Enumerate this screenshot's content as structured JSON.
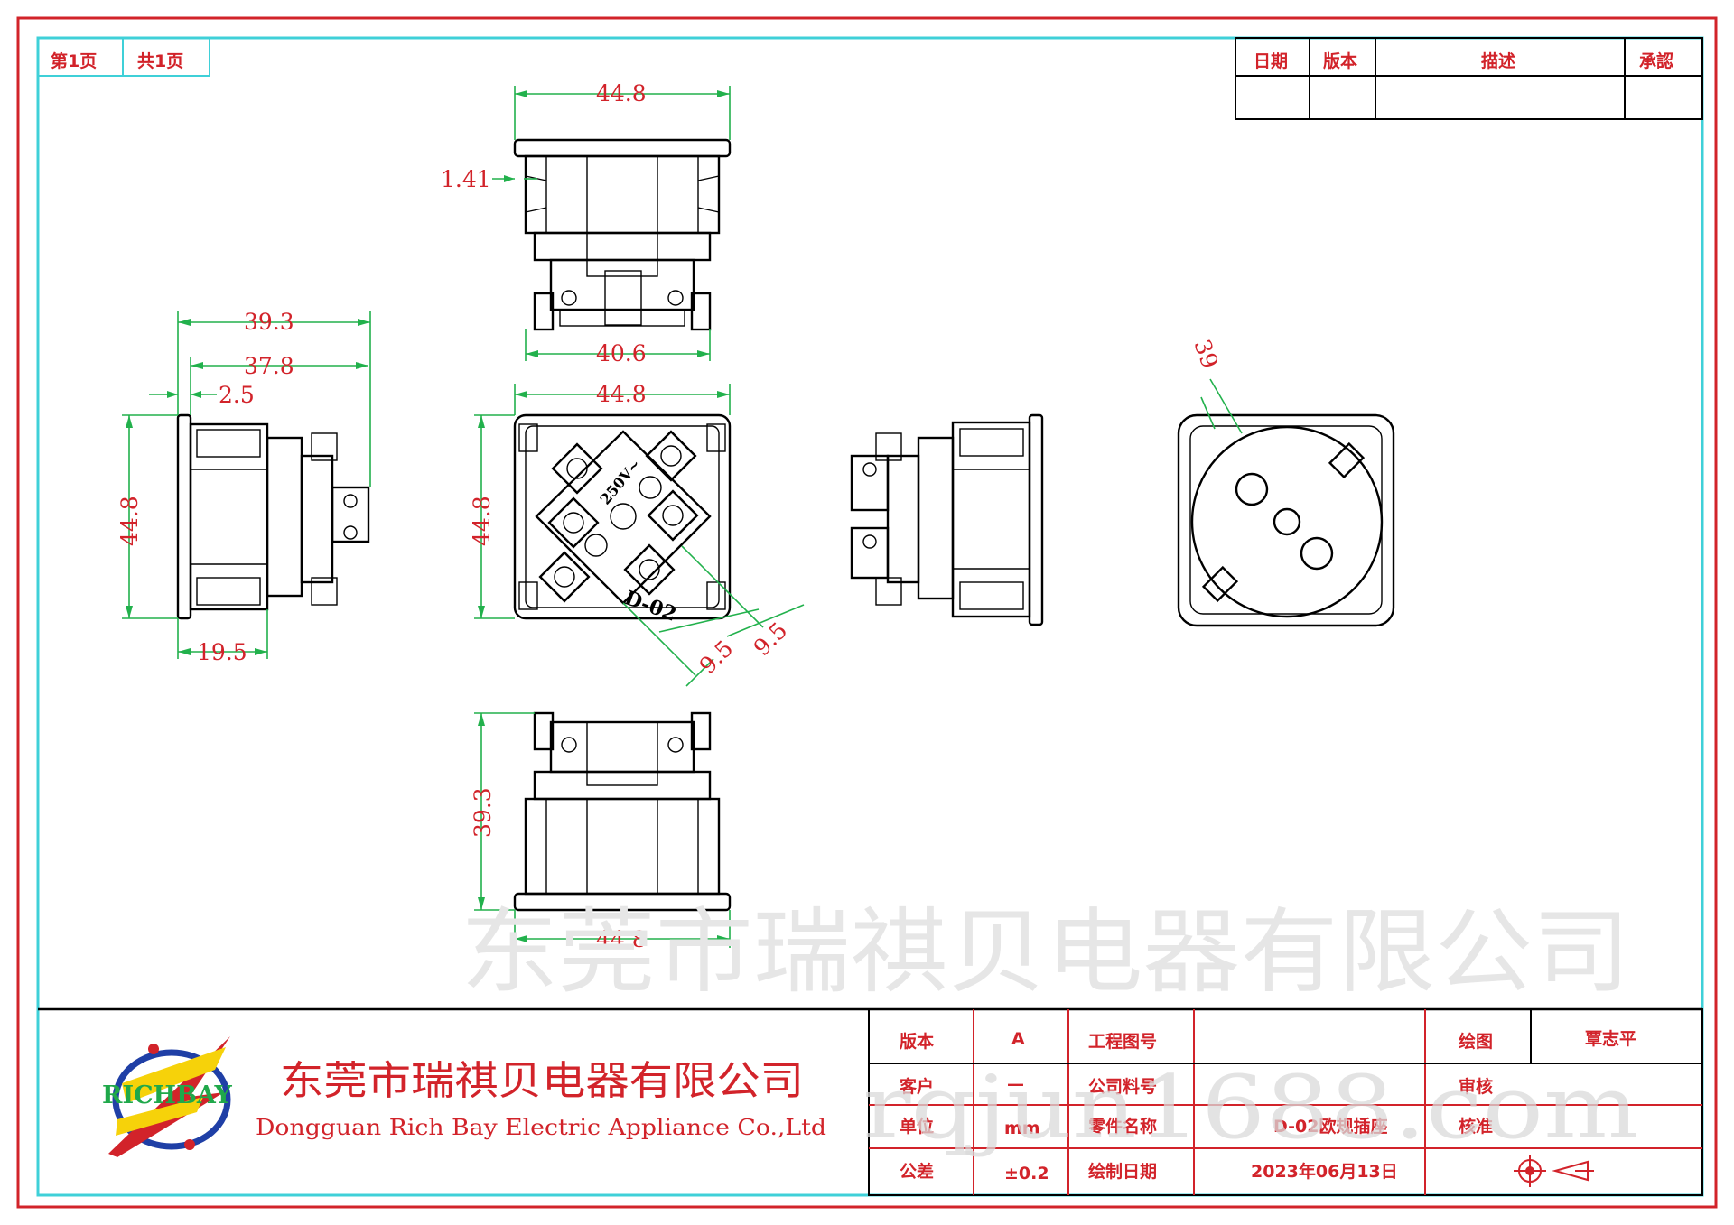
{
  "page": {
    "page_no_label": "第1页",
    "total_pages_label": "共1页"
  },
  "revision_table": {
    "headers": [
      "日期",
      "版本",
      "描述",
      "承認"
    ]
  },
  "dimensions": {
    "top_width": "44.8",
    "top_flange": "1.41",
    "top_body_width": "40.6",
    "left_depth_total": "39.3",
    "left_depth_body": "37.8",
    "left_flange": "2.5",
    "left_height": "44.8",
    "left_bottom": "19.5",
    "front_width": "44.8",
    "front_height": "44.8",
    "front_diag_1": "9.5",
    "front_diag_2": "9.5",
    "back_diameter": "39",
    "bottom_depth": "39.3",
    "bottom_width": "44.8",
    "part_marking": "D-02",
    "part_rating": "250V~"
  },
  "watermarks": {
    "company": "东莞市瑞祺贝电器有限公司",
    "website": "rqjun1688.com"
  },
  "title_block": {
    "logo_text": "RICHBAY",
    "company_cn": "东莞市瑞祺贝电器有限公司",
    "company_en": "Dongguan Rich Bay Electric Appliance Co.,Ltd",
    "rows": [
      {
        "l1": "版本",
        "v1": "A",
        "l2": "工程图号",
        "v2": "",
        "l3": "绘图",
        "v3": "覃志平"
      },
      {
        "l1": "客户",
        "v1": "—",
        "l2": "公司料号",
        "v2": "",
        "l3": "审核",
        "v3": ""
      },
      {
        "l1": "单位",
        "v1": "mm",
        "l2": "零件名称",
        "v2": "D-02欧规插座",
        "l3": "核准",
        "v3": ""
      },
      {
        "l1": "公差",
        "v1": "±0.2",
        "l2": "绘制日期",
        "v2": "2023年06月13日",
        "l3": "",
        "v3": ""
      }
    ]
  },
  "colors": {
    "border_red": "#d2232a",
    "frame_cyan": "#3fd0d8",
    "dimension_green": "#22b14c",
    "text_red": "#d2232a"
  }
}
